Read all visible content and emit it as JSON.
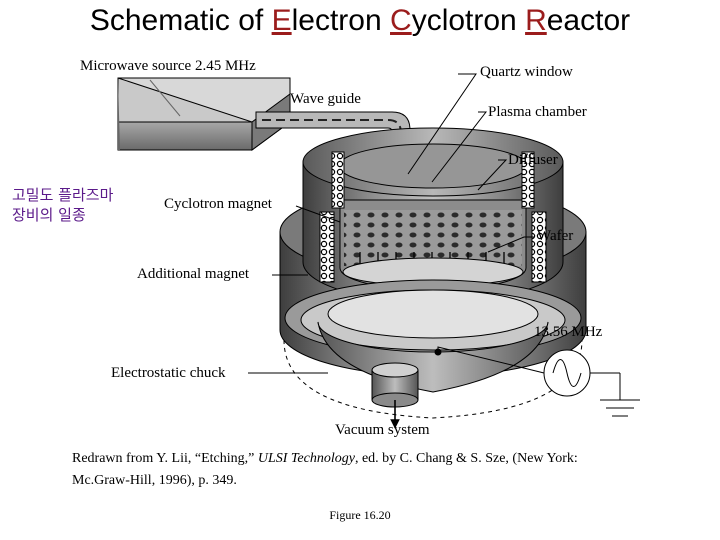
{
  "title": {
    "prefix": "Schematic of ",
    "w1_first": "E",
    "w1_rest": "lectron ",
    "w2_first": "C",
    "w2_rest": "yclotron ",
    "w3_first": "R",
    "w3_rest": "eactor"
  },
  "labels": {
    "microwave_source": "Microwave source 2.45 MHz",
    "quartz_window": "Quartz window",
    "wave_guide": "Wave guide",
    "plasma_chamber": "Plasma chamber",
    "diffuser": "Diffuser",
    "cyclotron_magnet": "Cyclotron magnet",
    "wafer": "Wafer",
    "additional_magnet": "Additional magnet",
    "rf_frequency": "13.56 MHz",
    "electrostatic_chuck": "Electrostatic chuck",
    "vacuum_system": "Vacuum system"
  },
  "korean_note": {
    "line1": "고밀도 플라즈마",
    "line2": "장비의 일종"
  },
  "credit": {
    "before": "Redrawn from Y. Lii, “Etching,” ",
    "italic": "ULSI Technology",
    "after": ", ed. by C. Chang & S. Sze, (New York: Mc.Graw-Hill, 1996), p. 349."
  },
  "figure_caption": "Figure 16.20",
  "colors": {
    "title_accent": "#9b1c1c",
    "korean_text": "#5b1a8a"
  }
}
